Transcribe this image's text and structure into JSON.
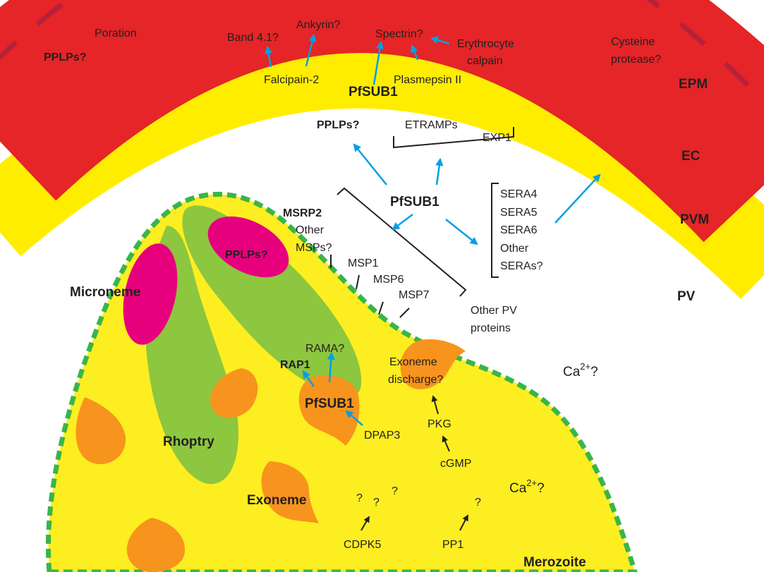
{
  "colors": {
    "host_cell": "#e52527",
    "pvm": "#ffed00",
    "merozoite": "#fcee21",
    "membrane_dash": "#39b54a",
    "rhoptry": "#8dc63f",
    "microneme": "#e6007e",
    "exoneme": "#f7941d",
    "arrow": "#00a0e3",
    "line": "#231f20"
  },
  "labels": {
    "pplps_outer": "PPLPs?",
    "poration": "Poration",
    "band41": "Band 4.1?",
    "ankyrin": "Ankyrin?",
    "spectrin": "Spectrin?",
    "erythro_1": "Erythrocyte",
    "erythro_2": "calpain",
    "cysteine_1": "Cysteine",
    "cysteine_2": "protease?",
    "falcipain": "Falcipain-2",
    "plasmepsin": "Plasmepsin II",
    "pfsub1_top": "PfSUB1",
    "epm": "EPM",
    "pplps_pv": "PPLPs?",
    "etramps": "ETRAMPs",
    "exp1": "EXP1",
    "ec": "EC",
    "pfsub1_center": "PfSUB1",
    "sera4": "SERA4",
    "sera5": "SERA5",
    "sera6": "SERA6",
    "other_1": "Other",
    "other_2": "SERAs?",
    "pvm_label": "PVM",
    "msrp2": "MSRP2",
    "other_msps_1": "Other",
    "other_msps_2": "MSPs?",
    "msp1": "MSP1",
    "msp6": "MSP6",
    "msp7": "MSP7",
    "pplps_inner": "PPLPs?",
    "microneme": "Microneme",
    "pv_label": "PV",
    "other_pv_1": "Other PV",
    "other_pv_2": "proteins",
    "rama": "RAMA?",
    "rap1": "RAP1",
    "exoneme_dis_1": "Exoneme",
    "exoneme_dis_2": "discharge?",
    "ca_pv_base": "Ca",
    "ca_pv_sup": "2+",
    "ca_pv_q": "?",
    "pfsub1_inner": "PfSUB1",
    "dpap3": "DPAP3",
    "pkg": "PKG",
    "rhoptry": "Rhoptry",
    "cgmp": "cGMP",
    "ca_in_base": "Ca",
    "ca_in_sup": "2+",
    "ca_in_q": "?",
    "exoneme": "Exoneme",
    "q1": "?",
    "q2": "?",
    "q3": "?",
    "q4": "?",
    "cdpk5": "CDPK5",
    "pp1": "PP1",
    "merozoite": "Merozoite"
  }
}
